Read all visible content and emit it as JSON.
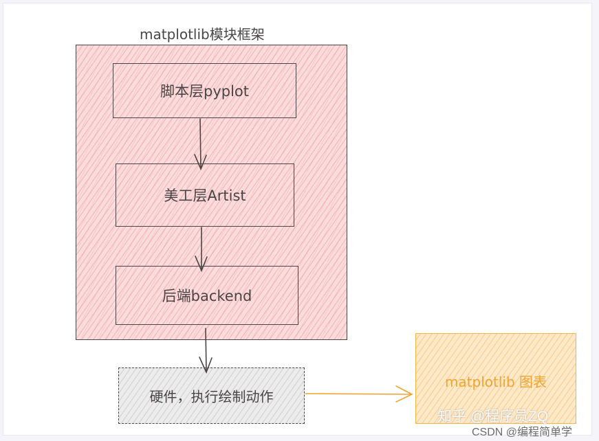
{
  "diagram": {
    "group_title": "matplotlib模块框架",
    "layers": [
      {
        "label": "脚本层pyplot"
      },
      {
        "label": "美工层Artist"
      },
      {
        "label": "后端backend"
      }
    ],
    "hardware": {
      "label": "硬件，执行绘制动作"
    },
    "output": {
      "label": "matplotlib 图表"
    },
    "colors": {
      "group_fill": "#fbdcdc",
      "hatch_red": "#ee8c8c",
      "output_fill": "#fde9c8",
      "output_stroke": "#f2b54a",
      "output_text": "#f0a531",
      "hardware_fill": "#ececec",
      "stroke": "#4a4446"
    }
  },
  "watermarks": {
    "zhihu": "知乎 @程序员ZQ",
    "csdn": "CSDN @编程简单学"
  }
}
